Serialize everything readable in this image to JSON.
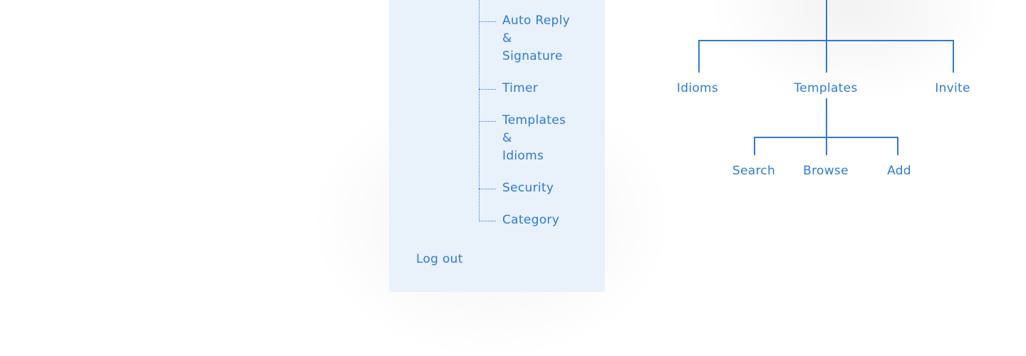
{
  "menu": {
    "items": [
      {
        "lines": [
          "Auto Reply",
          "&",
          "Signature"
        ]
      },
      {
        "lines": [
          "Timer"
        ]
      },
      {
        "lines": [
          "Templates",
          "&",
          "Idioms"
        ]
      },
      {
        "lines": [
          "Security"
        ]
      },
      {
        "lines": [
          "Category"
        ]
      }
    ],
    "logout_label": "Log out"
  },
  "tree": {
    "level1": [
      {
        "label": "Idioms"
      },
      {
        "label": "Templates"
      },
      {
        "label": "Invite"
      }
    ],
    "level2": [
      {
        "label": "Search"
      },
      {
        "label": "Browse"
      },
      {
        "label": "Add"
      }
    ]
  },
  "colors": {
    "accent": "#2e7bd0",
    "panel_bg": "#e9f1fb",
    "page_bg": "#ffffff"
  }
}
